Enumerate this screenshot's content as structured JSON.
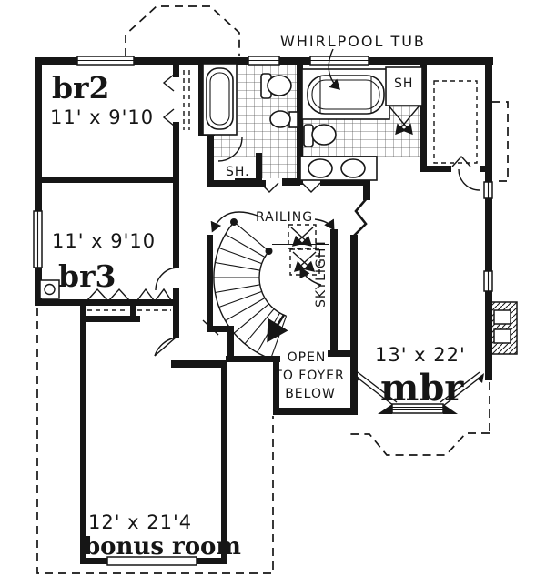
{
  "colors": {
    "ink": "#161616",
    "paper": "#ffffff"
  },
  "labels": {
    "whirlpool_tub": "WHIRLPOOL TUB",
    "railing": "RAILING",
    "skylight": "SKYLIGHT",
    "open_line1": "OPEN",
    "open_line2": "TO FOYER",
    "open_line3": "BELOW",
    "shower_main": "SH.",
    "shower_master": "SH"
  },
  "rooms": {
    "br2": {
      "name": "br2",
      "dims": "11' x 9'10"
    },
    "br3": {
      "name": "br3",
      "dims": "11' x 9'10"
    },
    "mbr": {
      "name": "mbr",
      "dims": "13' x 22'"
    },
    "bonus": {
      "name": "bonus room",
      "dims": "12' x 21'4"
    }
  }
}
